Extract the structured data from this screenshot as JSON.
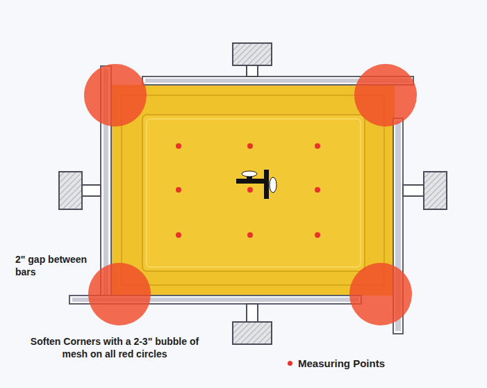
{
  "diagram": {
    "labels": [
      "2\" gap between bars",
      "Soften Corners with a 2-3\" bubble of mesh on all red circles"
    ],
    "legend": [
      {
        "text": "Measuring Points",
        "color": "#e8332a"
      }
    ]
  }
}
